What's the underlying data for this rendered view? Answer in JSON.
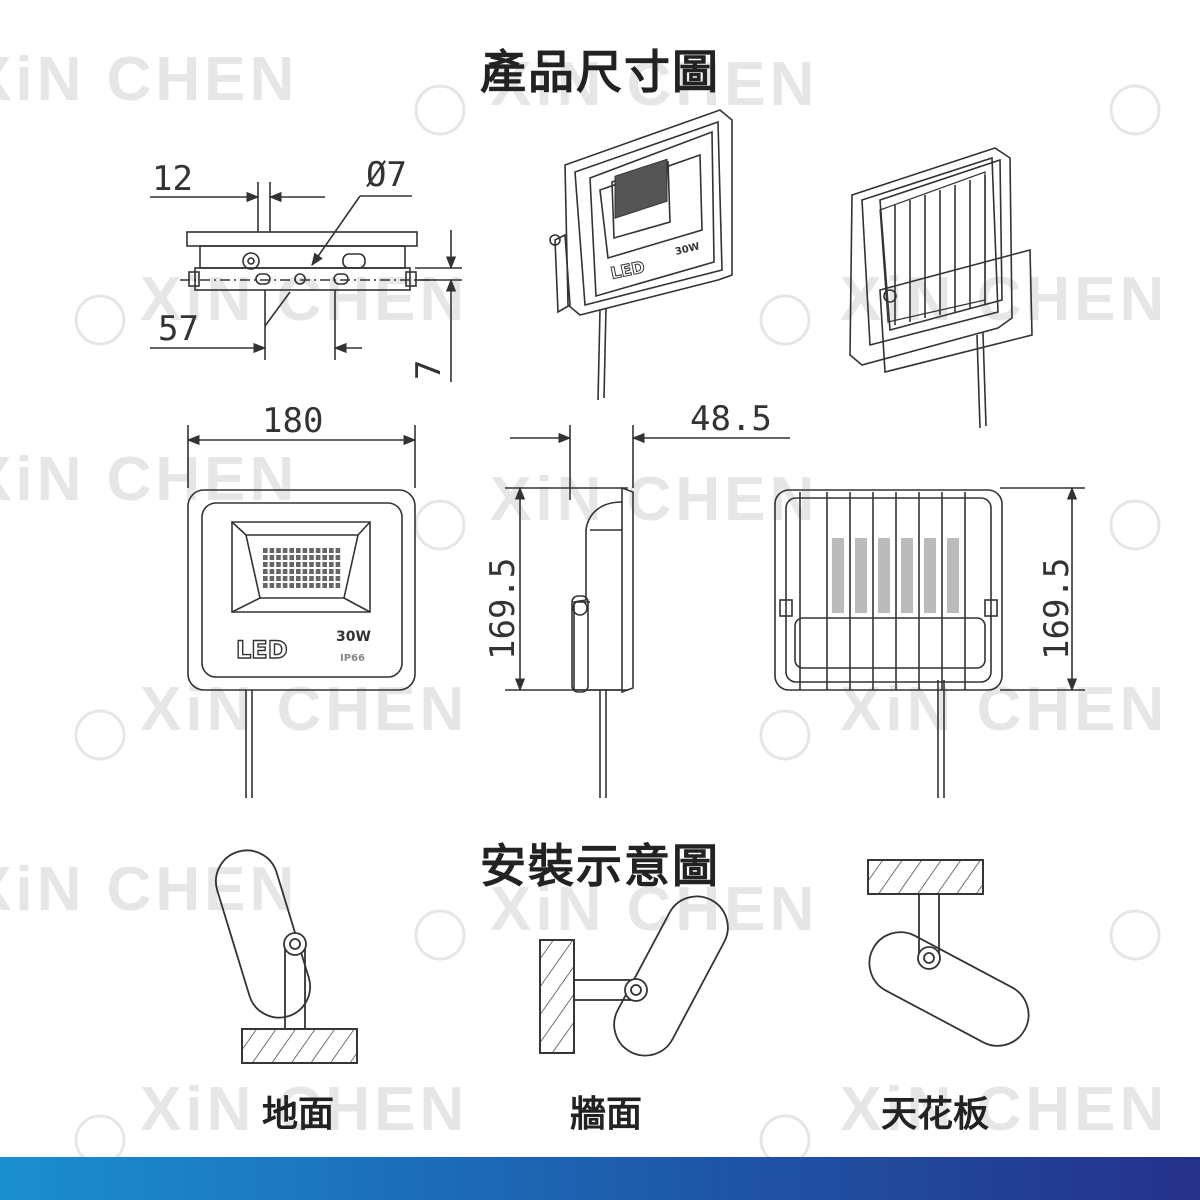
{
  "titles": {
    "dimensions": "產品尺寸圖",
    "installation": "安裝示意圖"
  },
  "dimensions": {
    "top_view": {
      "width_12": "12",
      "hole_dia": "Ø7",
      "spacing_57": "57",
      "thickness_7": "7"
    },
    "front_width": "180",
    "side_depth": "48.5",
    "side_height": "169.5",
    "back_height": "169.5"
  },
  "product_marks": {
    "led_text": "LED",
    "wattage": "30W",
    "ip_rating": "IP66"
  },
  "installation": {
    "floor": "地面",
    "wall": "牆面",
    "ceiling": "天花板"
  },
  "watermark": {
    "brand": "XiN CHEN",
    "logo": "XiN"
  },
  "colors": {
    "line": "#333333",
    "bar_start": "#1b8fd0",
    "bar_end": "#25318a",
    "watermark": "#e6e6e6"
  }
}
